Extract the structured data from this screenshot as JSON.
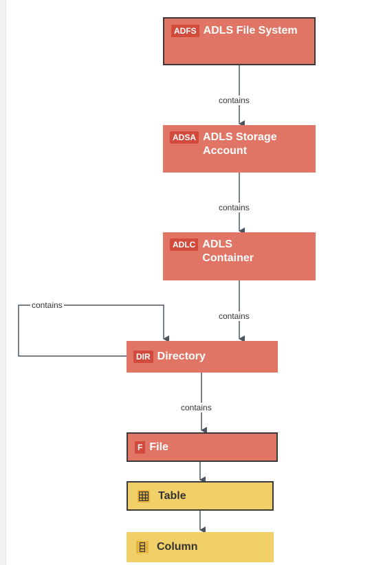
{
  "diagram": {
    "nodes": [
      {
        "id": "adfs",
        "badge": "ADFS",
        "label": "ADLS File System",
        "color": "#e07565"
      },
      {
        "id": "adsa",
        "badge": "ADSA",
        "label": "ADLS Storage Account",
        "color": "#e07565"
      },
      {
        "id": "adlc",
        "badge": "ADLC",
        "label": "ADLS Container",
        "color": "#e07565"
      },
      {
        "id": "dir",
        "badge": "DIR",
        "label": "Directory",
        "color": "#e07565"
      },
      {
        "id": "file",
        "badge": "F",
        "label": "File",
        "color": "#e07565"
      },
      {
        "id": "table",
        "icon": "table-icon",
        "label": "Table",
        "color": "#f1cf69"
      },
      {
        "id": "column",
        "icon": "column-icon",
        "label": "Column",
        "color": "#f1cf69"
      }
    ],
    "edges": [
      {
        "from": "adfs",
        "to": "adsa",
        "label": "contains"
      },
      {
        "from": "adsa",
        "to": "adlc",
        "label": "contains"
      },
      {
        "from": "adlc",
        "to": "dir",
        "label": "contains"
      },
      {
        "from": "dir",
        "to": "dir",
        "label": "contains"
      },
      {
        "from": "dir",
        "to": "file",
        "label": "contains"
      },
      {
        "from": "file",
        "to": "table",
        "label": ""
      },
      {
        "from": "table",
        "to": "column",
        "label": ""
      }
    ],
    "colors": {
      "entity": "#e07565",
      "badge": "#d24a3c",
      "schema": "#f1cf69",
      "schema_icon": "#e6b43d",
      "edge": "#4a5560",
      "selected_border": "#3a3a3a"
    }
  }
}
